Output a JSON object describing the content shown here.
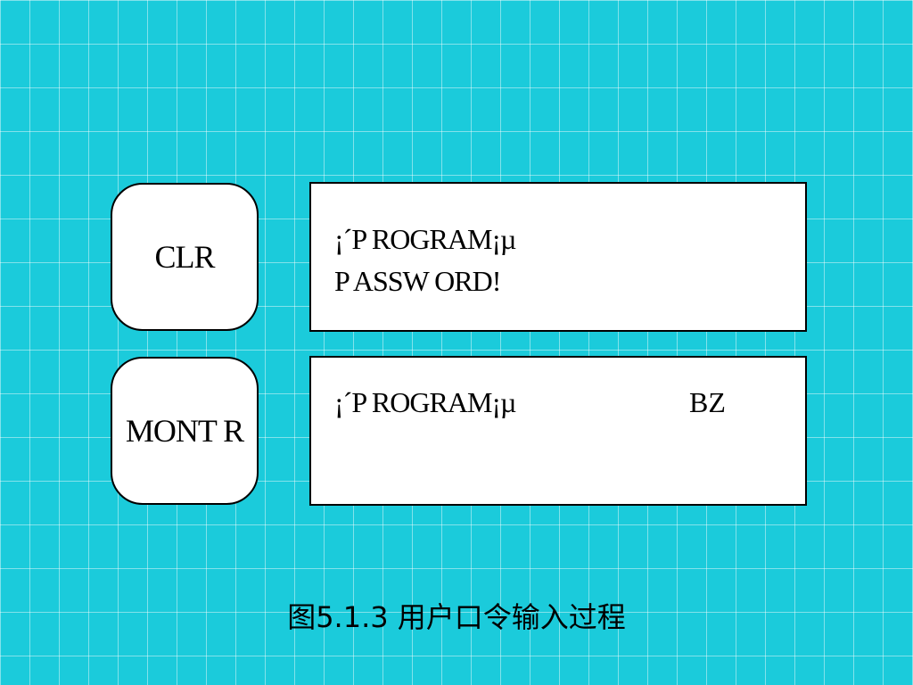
{
  "keys": {
    "clr": "CLR",
    "montr": "MONT R"
  },
  "screens": {
    "first": {
      "line1": "¡´P ROGRAM¡µ",
      "line2": "P ASSW ORD!"
    },
    "second": {
      "line1": "¡´P ROGRAM¡µ",
      "right": "BZ"
    }
  },
  "caption": "图5.1.3  用户口令输入过程"
}
